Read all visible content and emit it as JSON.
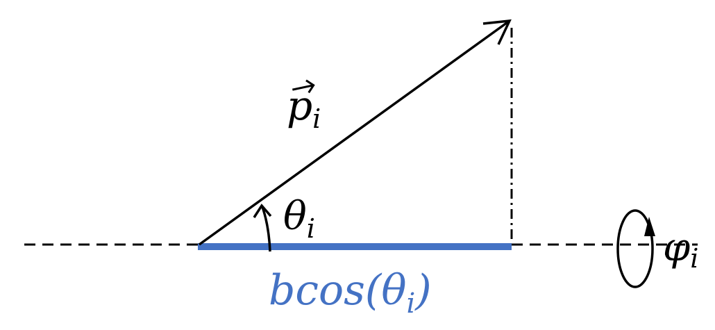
{
  "labels": {
    "vector_p": "p",
    "vector_p_sub": "i",
    "angle_theta": "θ",
    "angle_theta_sub": "i",
    "angle_phi": "φ",
    "angle_phi_sub": "i",
    "projection": "bcos(θ",
    "projection_sub": "i",
    "projection_close": ")"
  },
  "colors": {
    "ink": "#000000",
    "projection": "#4472c4"
  }
}
